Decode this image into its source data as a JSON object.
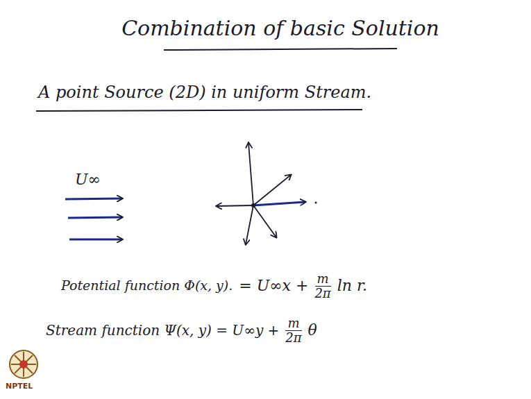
{
  "diagram": {
    "title": "Combination of basic Solution",
    "labels": [
      "A point Source (2D) in uniform Stream.",
      "U∞",
      "Potential function Φ(x, y).",
      "= U∞x +",
      "m",
      "2π",
      "ln r.",
      "Stream function Ψ(x, y) = U∞y +",
      "m",
      "2π",
      "θ",
      "NPTEL"
    ]
  }
}
